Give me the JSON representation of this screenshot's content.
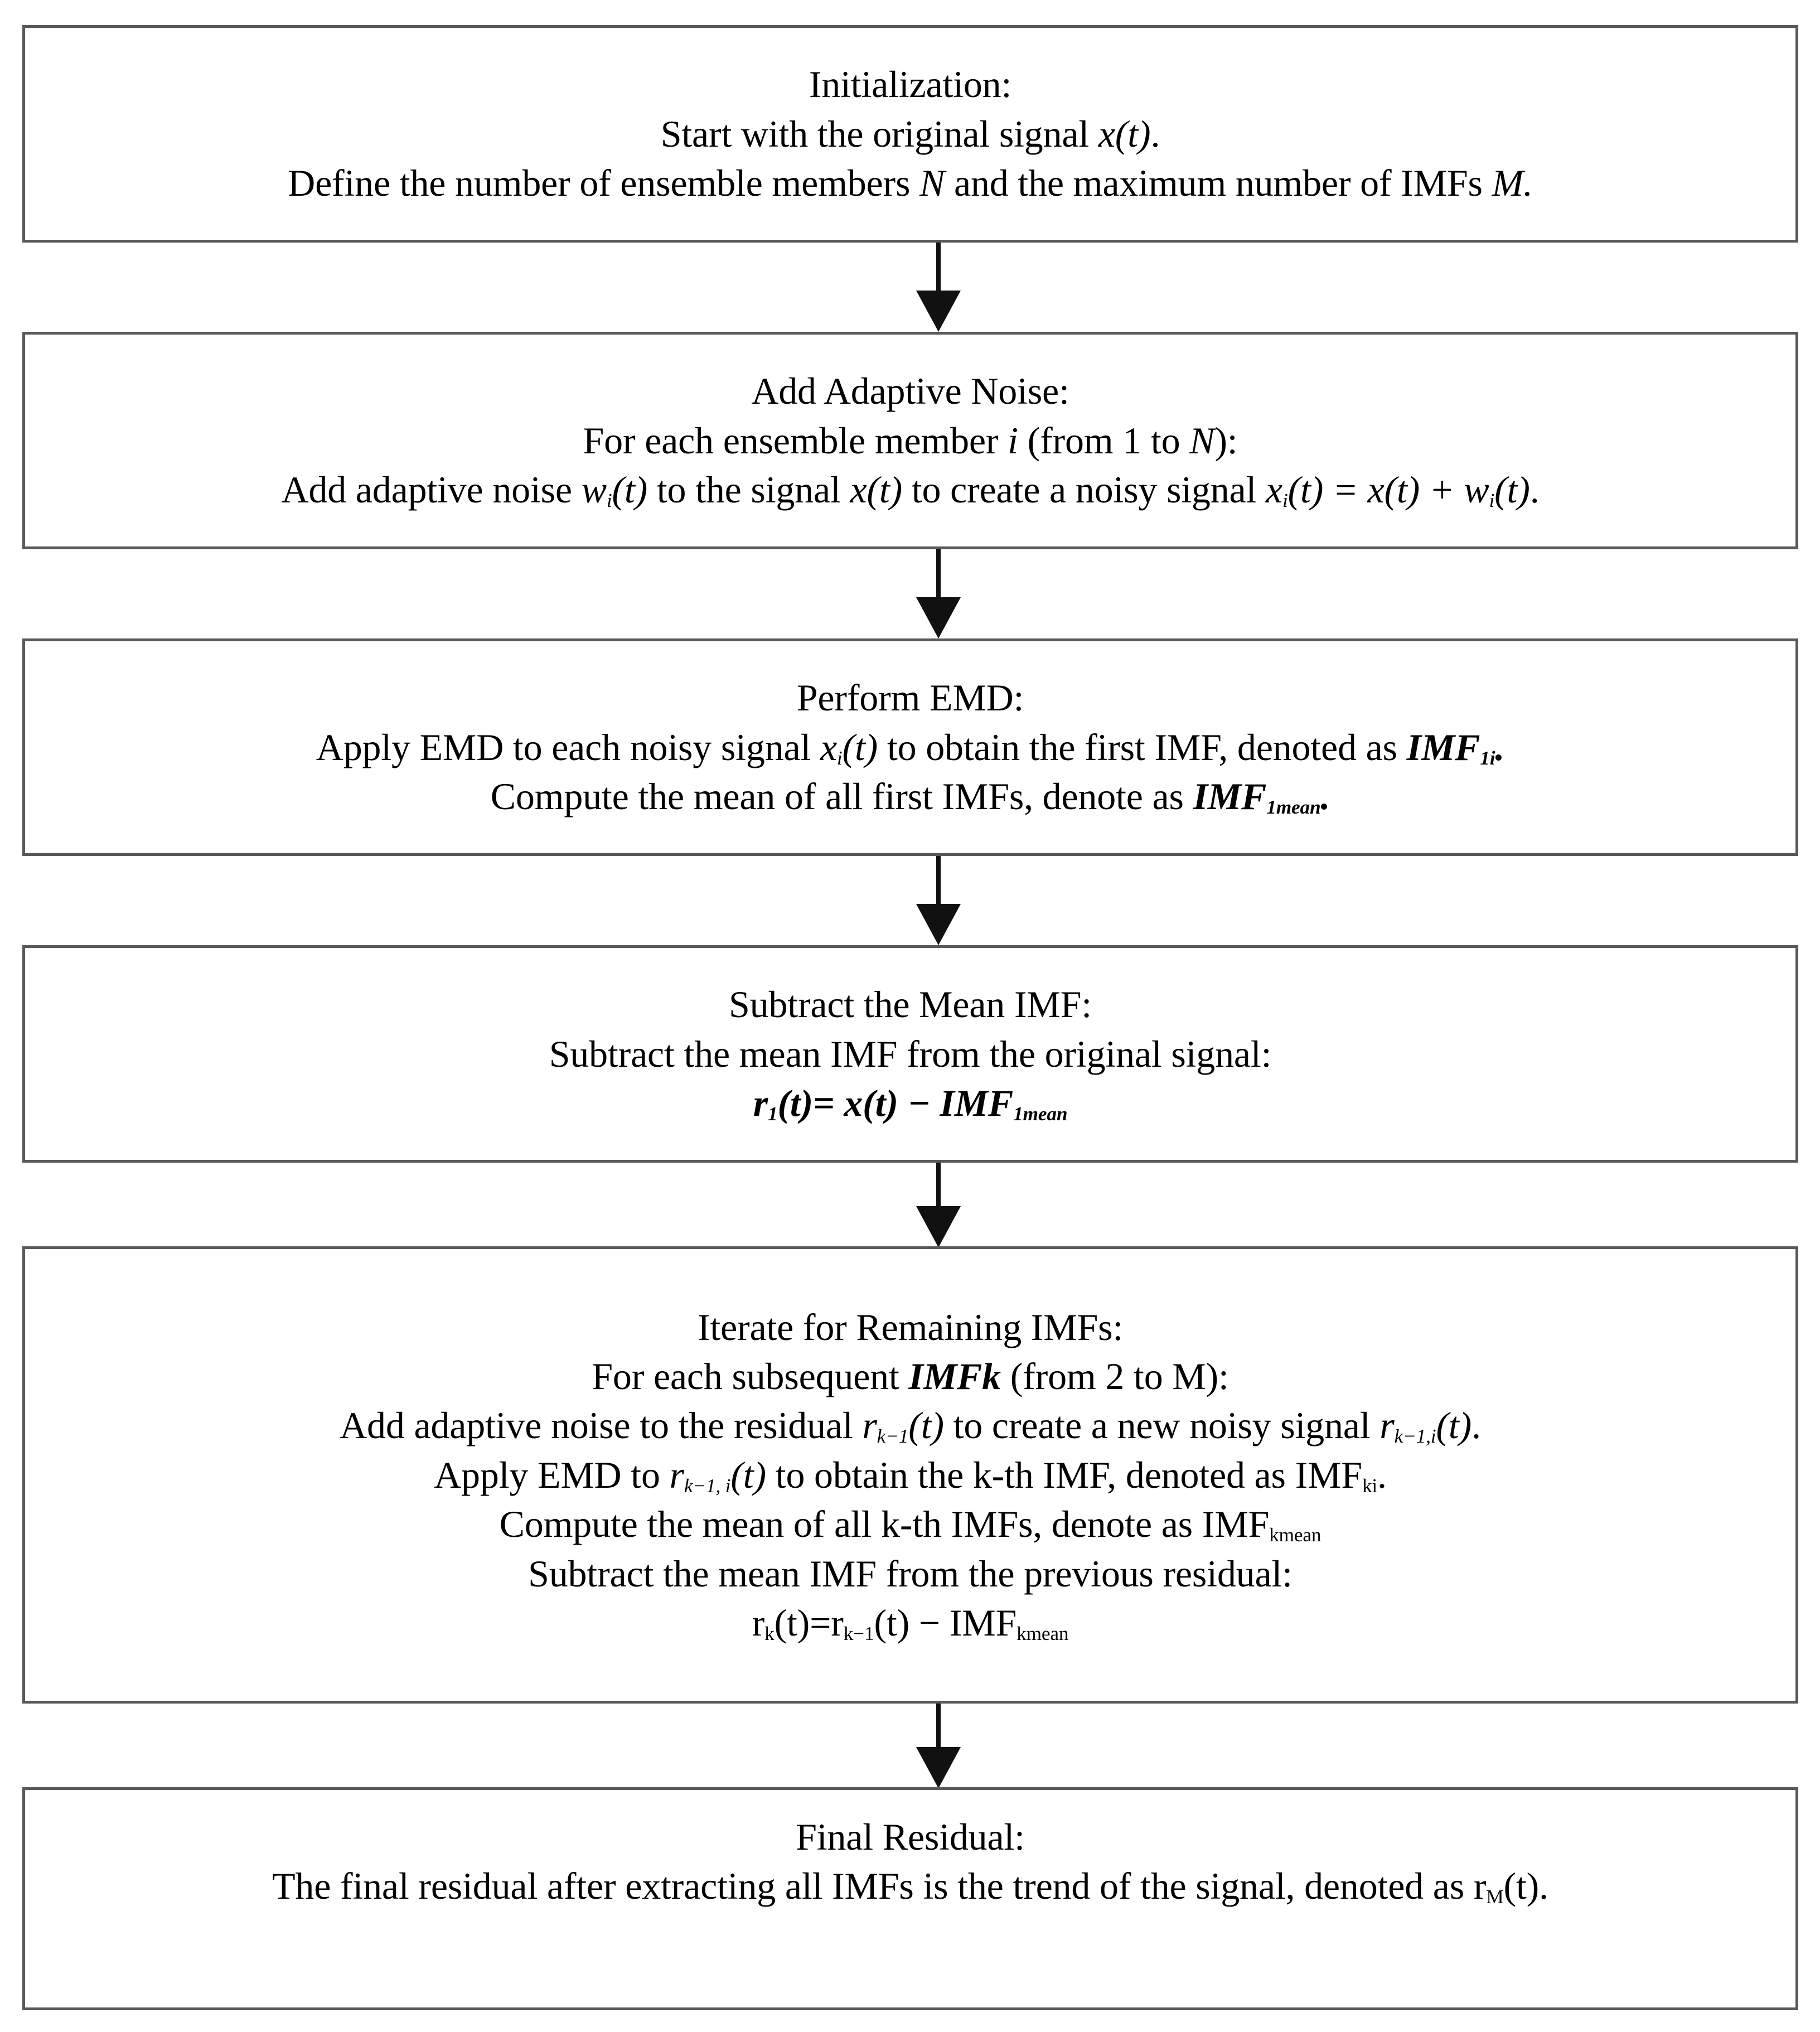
{
  "diagram": {
    "title": "CEEMDAN Algorithm Flowchart",
    "type": "flowchart",
    "orientation": "top-to-bottom",
    "border_color": "#595959",
    "text_color": "#000000",
    "background_color": "#ffffff",
    "arrow_color": "#111111",
    "nodes": [
      {
        "id": "initialization",
        "heading": "Initialization:",
        "lines": [
          "Start with the original signal x(t).",
          "Define the number of ensemble members N and the maximum number of IMFs M."
        ]
      },
      {
        "id": "add-adaptive-noise",
        "heading": "Add Adaptive Noise:",
        "lines": [
          "For each ensemble member i (from 1 to N):",
          "Add adaptive noise wi(t) to the signal x(t) to create a noisy signal xi(t) = x(t) + wi(t)."
        ]
      },
      {
        "id": "perform-emd",
        "heading": "Perform EMD:",
        "lines": [
          "Apply EMD to each noisy signal xi(t) to obtain the first IMF, denoted as IMF1i.",
          "Compute the mean of all first IMFs, denote as IMF1mean."
        ]
      },
      {
        "id": "subtract-mean-imf",
        "heading": "Subtract the Mean IMF:",
        "lines": [
          "Subtract the mean IMF from the original signal:",
          "r1(t) = x(t) − IMF1mean"
        ]
      },
      {
        "id": "iterate-remaining-imfs",
        "heading": "Iterate for Remaining IMFs:",
        "lines": [
          "For each subsequent IMFk (from 2 to M):",
          "Add adaptive noise to the residual rk−1(t) to create a new noisy signal rk−1,i(t).",
          "Apply EMD to rk−1,i(t) to obtain the k-th IMF, denoted as IMFki.",
          "Compute the mean of all k-th IMFs, denote as IMFkmean",
          "Subtract the mean IMF from the previous residual:",
          "rk(t)=rk−1(t) − IMFkmean"
        ]
      },
      {
        "id": "final-residual",
        "heading": "Final Residual:",
        "lines": [
          "The final residual after extracting all IMFs is the trend of the signal, denoted as rM(t)."
        ]
      }
    ],
    "connectors": [
      {
        "from": "initialization",
        "to": "add-adaptive-noise"
      },
      {
        "from": "add-adaptive-noise",
        "to": "perform-emd"
      },
      {
        "from": "perform-emd",
        "to": "subtract-mean-imf"
      },
      {
        "from": "subtract-mean-imf",
        "to": "iterate-remaining-imfs"
      },
      {
        "from": "iterate-remaining-imfs",
        "to": "final-residual"
      }
    ]
  }
}
